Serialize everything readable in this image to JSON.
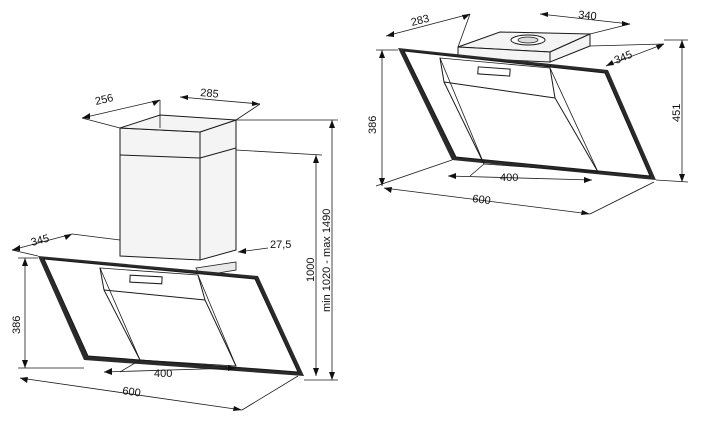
{
  "left_view": {
    "dims": {
      "chimney_depth": "256",
      "chimney_width": "285",
      "glass_thickness": "27,5",
      "hood_depth": "345",
      "hood_height": "386",
      "inner_width": "400",
      "hood_width": "600",
      "height_range": "min 1020 - max 1490",
      "body_height": "1000"
    }
  },
  "right_view": {
    "dims": {
      "outlet_depth": "283",
      "outlet_width": "340",
      "hood_depth": "345",
      "hood_height": "386",
      "total_height": "451",
      "inner_width": "400",
      "hood_width": "600"
    }
  }
}
